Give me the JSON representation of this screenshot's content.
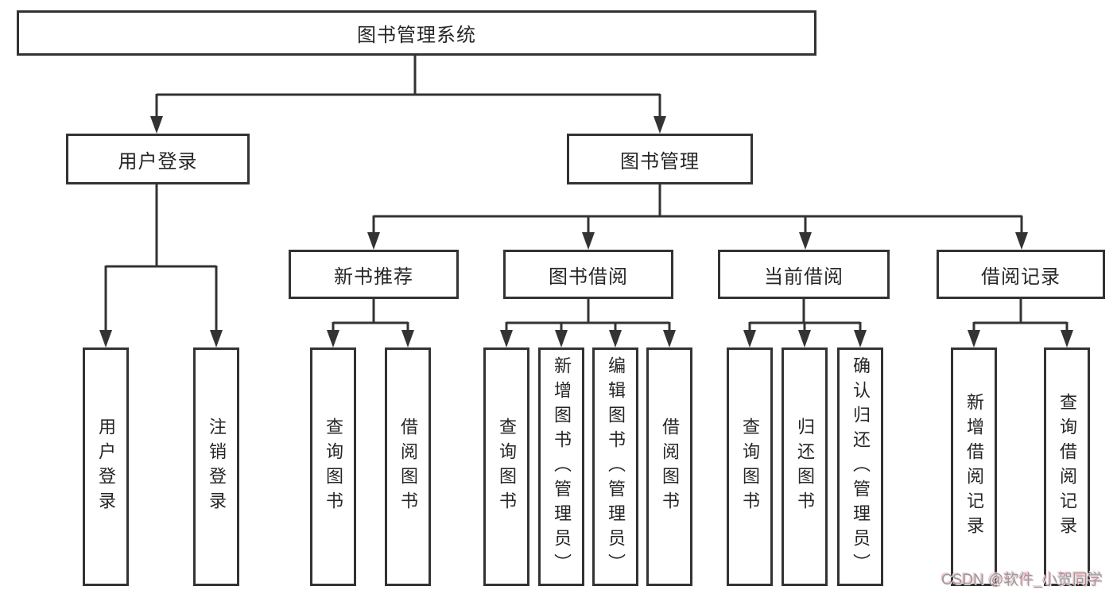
{
  "diagram": {
    "root": {
      "label": "图书管理系统"
    },
    "level2": [
      {
        "label": "用户登录"
      },
      {
        "label": "图书管理"
      }
    ],
    "level3": [
      {
        "label": "新书推荐"
      },
      {
        "label": "图书借阅"
      },
      {
        "label": "当前借阅"
      },
      {
        "label": "借阅记录"
      }
    ],
    "leaves": [
      {
        "label": "用户登录"
      },
      {
        "label": "注销登录"
      },
      {
        "label": "查询图书"
      },
      {
        "label": "借阅图书"
      },
      {
        "label": "查询图书"
      },
      {
        "label": "新增图书（管理员）"
      },
      {
        "label": "编辑图书（管理员）"
      },
      {
        "label": "借阅图书"
      },
      {
        "label": "查询图书"
      },
      {
        "label": "归还图书"
      },
      {
        "label": "确认归还（管理员）"
      },
      {
        "label": "新增借阅记录"
      },
      {
        "label": "查询借阅记录"
      }
    ]
  },
  "watermark": {
    "text": "CSDN @软件_小贺同学"
  },
  "colors": {
    "line": "#333333",
    "text": "#262626",
    "background": "#ffffff",
    "watermark_gray": "#9a9a9a",
    "watermark_pink": "#f6c3ce"
  }
}
